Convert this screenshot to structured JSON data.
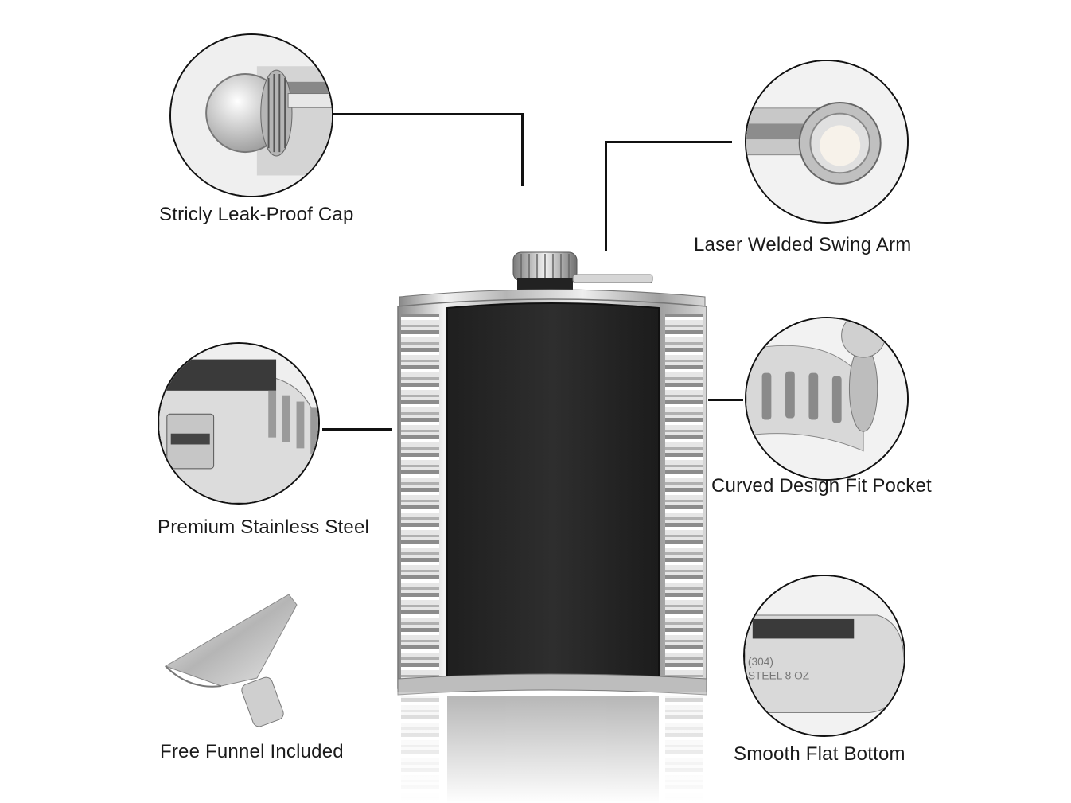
{
  "features": {
    "cap": {
      "label": "Stricly Leak-Proof Cap",
      "icon": "cap-closeup-icon"
    },
    "swing_arm": {
      "label": "Laser Welded Swing Arm",
      "icon": "swing-arm-closeup-icon"
    },
    "steel": {
      "label": "Premium Stainless Steel",
      "icon": "steel-corner-closeup-icon"
    },
    "curved": {
      "label": "Curved Design Fit Pocket",
      "icon": "curved-side-closeup-icon"
    },
    "funnel": {
      "label": "Free Funnel Included",
      "icon": "funnel-icon"
    },
    "bottom": {
      "label": "Smooth Flat Bottom",
      "icon": "flat-bottom-closeup-icon",
      "engraving": [
        "(304)",
        "STEEL 8 OZ"
      ]
    }
  },
  "product": {
    "name_icon": "hip-flask-icon",
    "leather_color": "#2b2b2b",
    "steel_color": "#c9c9c9"
  }
}
